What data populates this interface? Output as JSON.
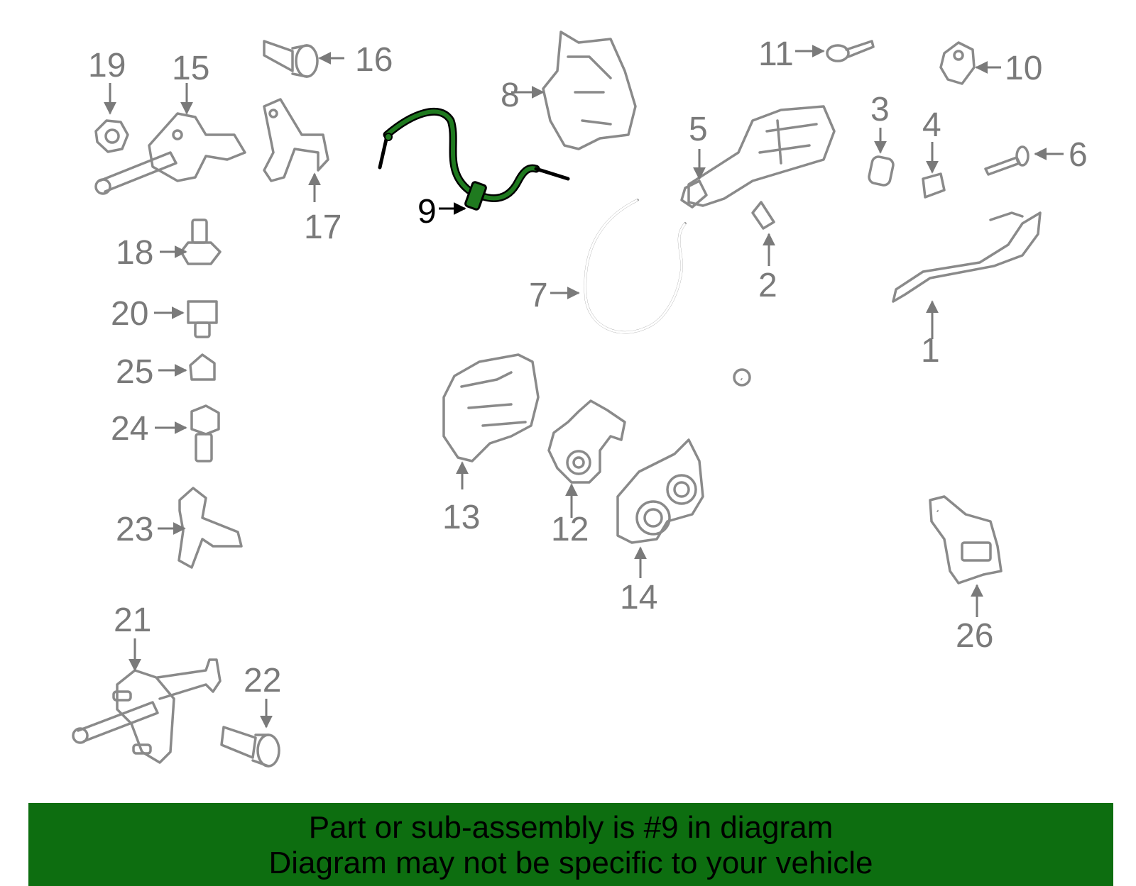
{
  "callouts": {
    "c1": "1",
    "c2": "2",
    "c3": "3",
    "c4": "4",
    "c5": "5",
    "c6": "6",
    "c7": "7",
    "c8": "8",
    "c9": "9",
    "c10": "10",
    "c11": "11",
    "c12": "12",
    "c13": "13",
    "c14": "14",
    "c15": "15",
    "c16": "16",
    "c17": "17",
    "c18": "18",
    "c19": "19",
    "c20": "20",
    "c21": "21",
    "c22": "22",
    "c23": "23",
    "c24": "24",
    "c25": "25",
    "c26": "26"
  },
  "highlighted_part": "9",
  "colors": {
    "highlight_fill": "#1f7a1f",
    "banner_background": "#0d6e10",
    "part_outline": "#8a8a8a",
    "label_text": "#7a7a7a"
  },
  "banner": {
    "line1": "Part or sub-assembly is #9 in diagram",
    "line2": "Diagram may not be specific to your vehicle"
  }
}
